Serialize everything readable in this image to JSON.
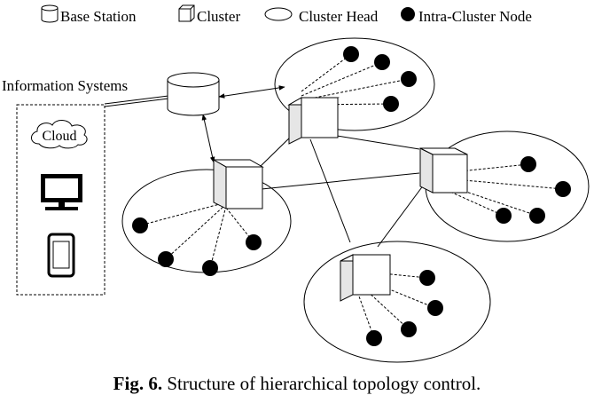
{
  "legend": {
    "base_station": "Base Station",
    "cluster": "Cluster",
    "cluster_head": "Cluster Head",
    "intra_cluster_node": "Intra-Cluster Node"
  },
  "info_systems": {
    "title": "Information Systems",
    "cloud_label": "Cloud"
  },
  "caption": {
    "fig_label": "Fig. 6.",
    "text": " Structure of hierarchical topology control."
  }
}
